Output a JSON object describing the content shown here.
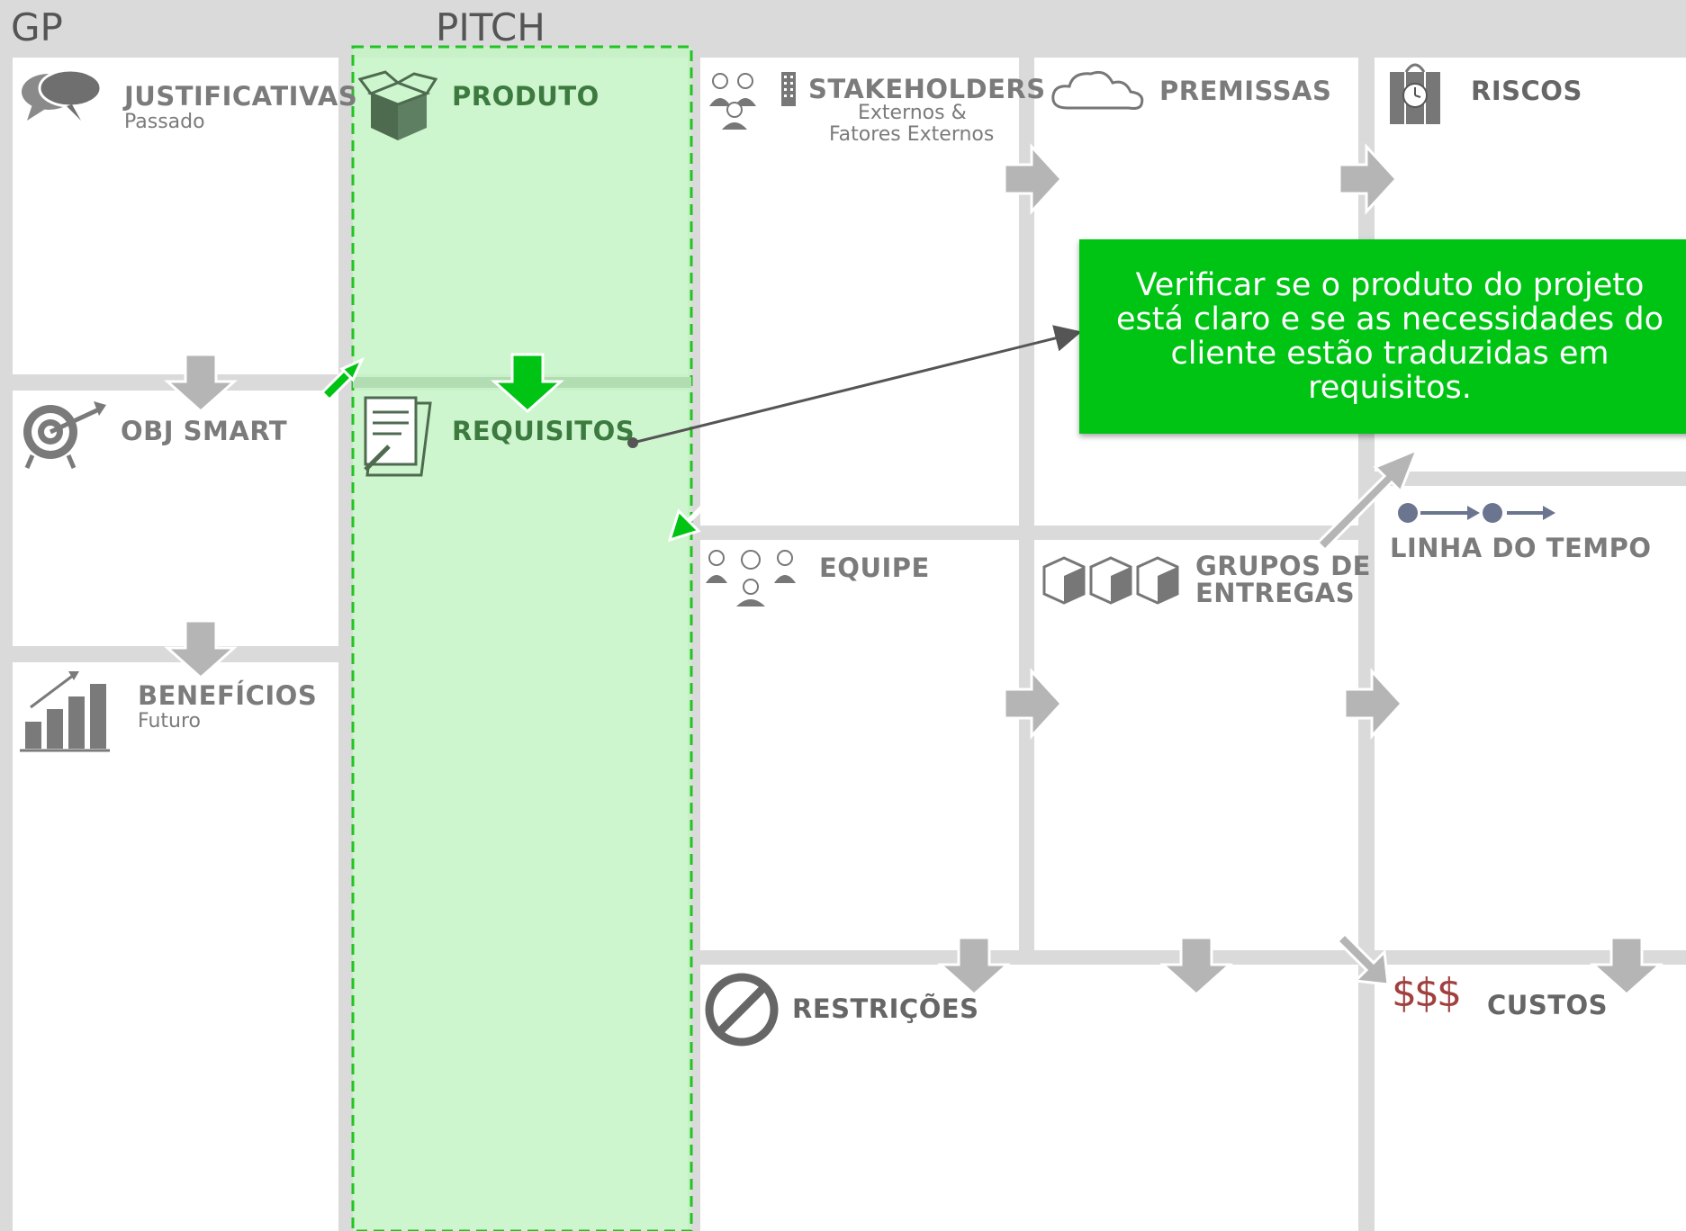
{
  "sections": {
    "gp": "GP",
    "pitch": "PITCH"
  },
  "blocks": {
    "justificativas": {
      "title": "JUSTIFICATIVAS",
      "subtitle": "Passado"
    },
    "obj_smart": {
      "title": "OBJ SMART"
    },
    "beneficios": {
      "title": "BENEFÍCIOS",
      "subtitle": "Futuro"
    },
    "produto": {
      "title": "PRODUTO"
    },
    "requisitos": {
      "title": "REQUISITOS"
    },
    "stakeholders": {
      "title": "STAKEHOLDERS",
      "subtitle_line1": "Externos &",
      "subtitle_line2": "Fatores Externos"
    },
    "premissas": {
      "title": "PREMISSAS"
    },
    "riscos": {
      "title": "RISCOS"
    },
    "equipe": {
      "title": "EQUIPE"
    },
    "grupos_de_entregas": {
      "title_line1": "GRUPOS DE",
      "title_line2": "ENTREGAS"
    },
    "linha_do_tempo": {
      "title": "LINHA DO TEMPO"
    },
    "restricoes": {
      "title": "RESTRIÇÕES"
    },
    "custos": {
      "title": "CUSTOS",
      "icon_text": "$$$"
    }
  },
  "callout": {
    "text": "Verificar se o produto do projeto está claro e se as necessidades do cliente estão traduzidas em requisitos."
  },
  "colors": {
    "background": "#dadada",
    "panel": "#ffffff",
    "highlight_fill": "#cdf3cd",
    "highlight_border": "#22c322",
    "callout": "#00c414",
    "arrow_gray": "#b5b5b5",
    "arrow_green": "#00c414",
    "icon_gray": "#6f6f6f",
    "cost_red": "#a0403f"
  }
}
